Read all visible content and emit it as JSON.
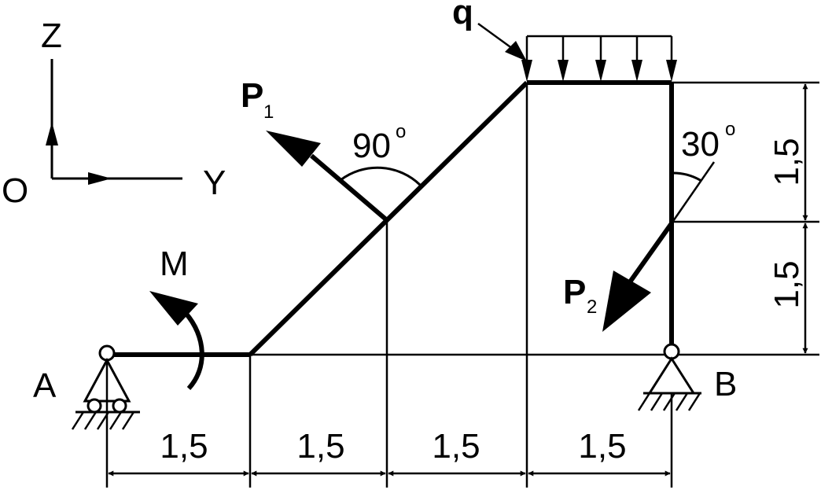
{
  "axes": {
    "origin": "O",
    "z": "Z",
    "y": "Y"
  },
  "supports": {
    "a": "A",
    "b": "B"
  },
  "loads": {
    "moment": "M",
    "p1": {
      "letter": "P",
      "sub": "1"
    },
    "p2": {
      "letter": "P",
      "sub": "2"
    },
    "q": "q"
  },
  "angles": {
    "a90": {
      "value": "90",
      "unit": "o"
    },
    "a30": {
      "value": "30",
      "unit": "o"
    }
  },
  "dims": {
    "horizontal": [
      "1,5",
      "1,5",
      "1,5",
      "1,5"
    ],
    "vertical": [
      "1,5",
      "1,5"
    ]
  }
}
